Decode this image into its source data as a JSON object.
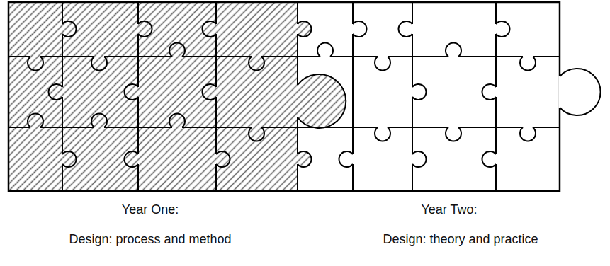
{
  "diagram": {
    "labels": [
      "Year One:",
      "Design: process and method",
      "Year Two:",
      "Design: theory and practice"
    ]
  }
}
